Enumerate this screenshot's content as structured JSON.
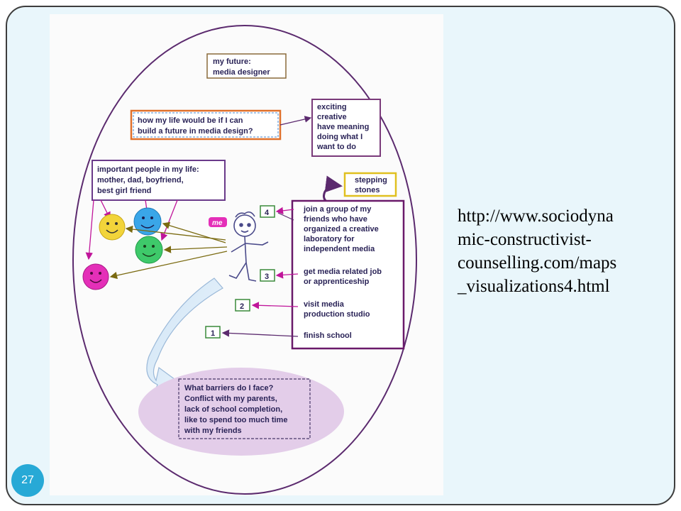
{
  "slide": {
    "url_text": "http://www.sociodyna\nmic-constructivist-\ncounselling.com/maps\n_visualizations4.html",
    "page_number": "27"
  },
  "map": {
    "future_box": [
      "my future:",
      "media designer"
    ],
    "question_box": [
      "how my life would be if I can",
      "build a future in media design?"
    ],
    "qualities_box": [
      "exciting",
      "creative",
      "have meaning",
      "doing what I",
      "want to do"
    ],
    "people_box": [
      "important people in my life:",
      "mother, dad, boyfriend,",
      "best girl friend"
    ],
    "me_label": "me",
    "stepping_stones_box": [
      "stepping",
      "stones"
    ],
    "steps": [
      {
        "number": "4",
        "text": [
          "join a group of my",
          "friends who have",
          "organized a creative",
          "laboratory for",
          "independent media"
        ]
      },
      {
        "number": "3",
        "text": [
          "get media related job",
          "or apprenticeship"
        ]
      },
      {
        "number": "2",
        "text": [
          "visit media",
          "production studio"
        ]
      },
      {
        "number": "1",
        "text": [
          "finish school"
        ]
      }
    ],
    "barriers_box": [
      "What barriers do I face?",
      "Conflict with my parents,",
      "lack of school completion,",
      "like to spend too much time",
      "with my friends"
    ]
  },
  "colors": {
    "frame_bg": "#e9f6fb",
    "page_badge": "#27a9d6",
    "ellipse_stroke": "#5b2a6e",
    "magenta": "#c0159a",
    "olive": "#7a6a10",
    "face_yellow": "#f2d43a",
    "face_blue": "#3aa6e8",
    "face_green": "#3ec96a",
    "face_pink": "#e42fb8",
    "barrier_fill": "#e3cde9"
  }
}
